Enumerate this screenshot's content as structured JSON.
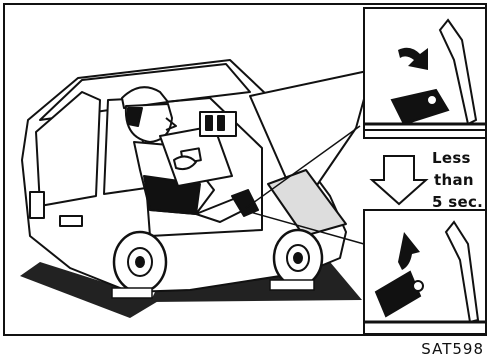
{
  "note": {
    "line1": "Less",
    "line2": "than",
    "line3": "5 sec."
  },
  "figure_code": "SAT598",
  "icons": [
    "car-illustration",
    "mechanic-figure",
    "arrow-down-icon",
    "curved-arrow-icon"
  ]
}
